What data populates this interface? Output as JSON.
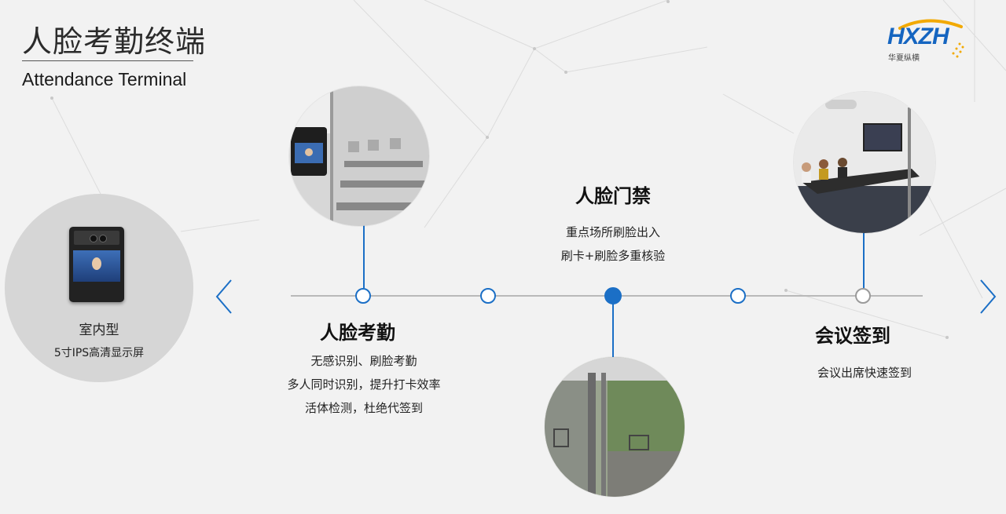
{
  "header": {
    "title": "人脸考勤终端",
    "subtitle": "Attendance Terminal"
  },
  "logo": {
    "text": "HXZH",
    "subtext": "华夏纵横"
  },
  "device": {
    "type_label": "室内型",
    "spec": "5寸IPS高清显示屏"
  },
  "features": [
    {
      "title": "人脸考勤",
      "lines": [
        "无感识别、刷脸考勤",
        "多人同时识别，提升打卡效率",
        "活体检测，杜绝代签到"
      ]
    },
    {
      "title": "人脸门禁",
      "lines": [
        "重点场所刷脸出入",
        "刷卡+刷脸多重核验"
      ]
    },
    {
      "title": "会议签到",
      "lines": [
        "会议出席快速签到"
      ]
    }
  ],
  "nav": {
    "prev_icon": "chevron-left-icon",
    "next_icon": "chevron-right-icon"
  },
  "colors": {
    "accent": "#1b6fc6",
    "timeline": "#b9b9b9",
    "background": "#f2f2f2"
  }
}
